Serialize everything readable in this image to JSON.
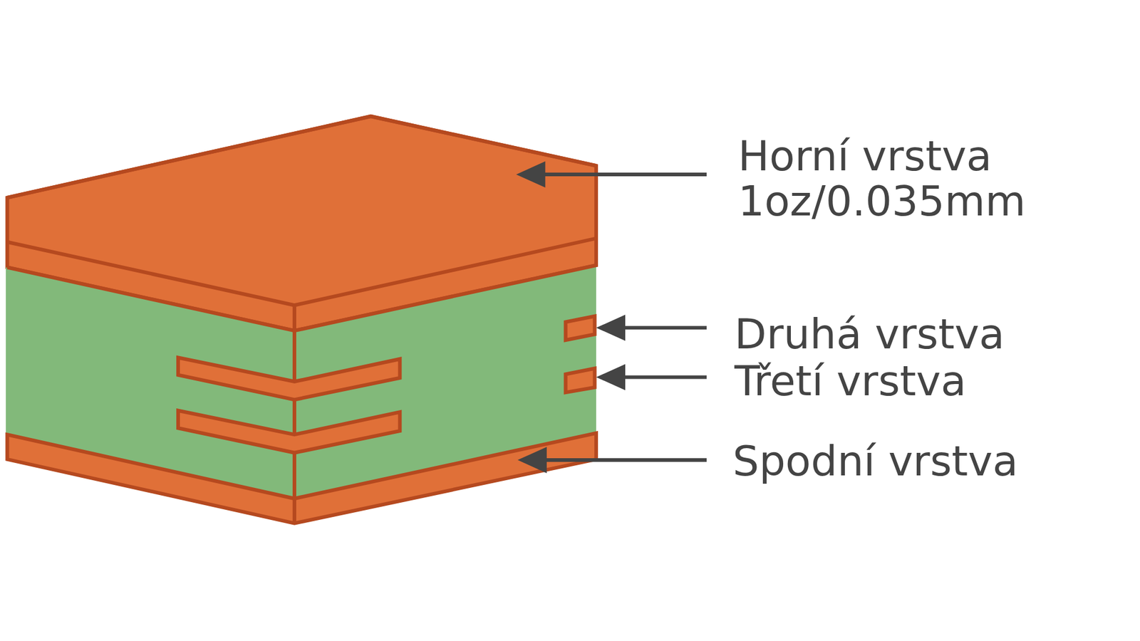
{
  "diagram": {
    "labels": [
      "Horní vrstva",
      "1oz/0.035mm",
      "Druhá vrstva",
      "Třetí vrstva",
      "Spodní vrstva"
    ]
  }
}
